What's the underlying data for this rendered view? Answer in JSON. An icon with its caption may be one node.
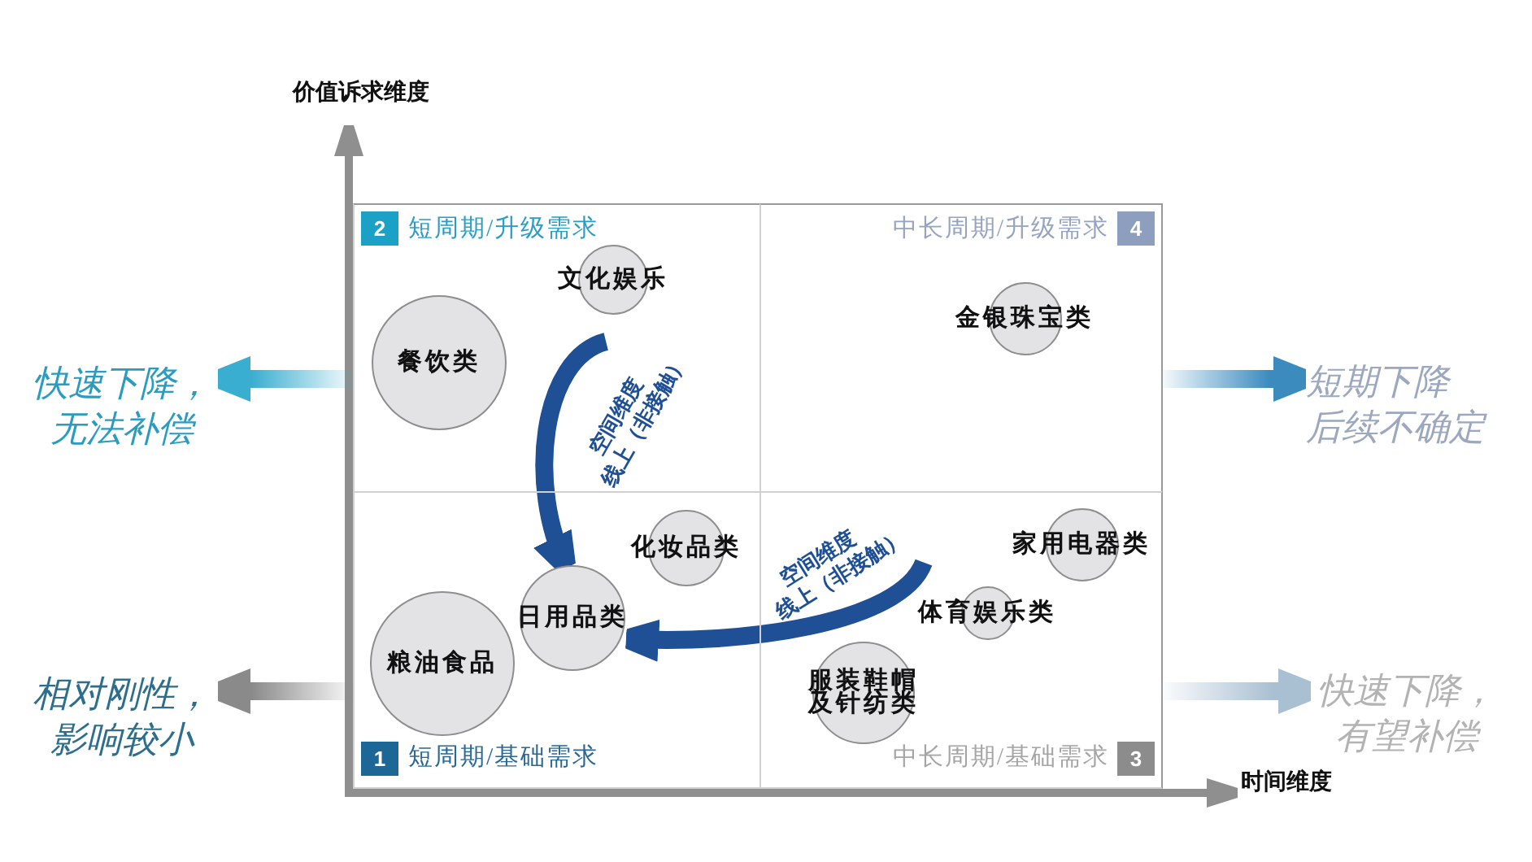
{
  "diagram": {
    "nodes": [
      {
        "text": [
          "2",
          "短周期/升级需求"
        ]
      },
      {
        "text": [
          "文化娱乐"
        ],
        "in": 0
      },
      {
        "text": [
          "餐饮类"
        ],
        "in": 0
      },
      {
        "text": [
          "中长周期/升级需求",
          "4"
        ]
      },
      {
        "text": [
          "金银珠宝类"
        ],
        "in": 3
      },
      {
        "text": [
          "1",
          "短周期/基础需求"
        ]
      },
      {
        "text": [
          "化妆品类"
        ],
        "in": 5
      },
      {
        "text": [
          "日用品类"
        ],
        "in": 5
      },
      {
        "text": [
          "粮油食品"
        ],
        "in": 5
      },
      {
        "text": [
          "中长周期/基础需求",
          "3"
        ]
      },
      {
        "text": [
          "家用电器类"
        ],
        "in": 9
      },
      {
        "text": [
          "体育娱乐类"
        ],
        "in": 9
      },
      {
        "text": [
          "服装鞋帽及针纺类"
        ],
        "in": 9
      },
      {
        "text": [
          "快速下降，无法补偿"
        ]
      },
      {
        "text": [
          "短期下降后续不确定"
        ]
      },
      {
        "text": [
          "相对刚性，影响较小"
        ]
      },
      {
        "text": [
          "快速下降，有望补偿"
        ]
      }
    ],
    "edges": [
      {
        "from": null,
        "to": 7,
        "arrow": "to",
        "label": "空间维度线上（非接触）",
        "color": "#1f4f95"
      },
      {
        "from": null,
        "to": 7,
        "arrow": "to",
        "label": "空间维度线上（非接触）",
        "color": "#1f4f95"
      },
      {
        "from": 0,
        "to": 13,
        "arrow": "to",
        "color": "#3aaed0"
      },
      {
        "from": 3,
        "to": 14,
        "arrow": "to",
        "color": "#3b8bbf"
      },
      {
        "from": 5,
        "to": 15,
        "arrow": "to",
        "color": "#8a8a8a"
      },
      {
        "from": 9,
        "to": 16,
        "arrow": "to",
        "color": "#a9bfd2"
      }
    ],
    "labels": [
      "价值诉求维度",
      "时间维度"
    ]
  }
}
